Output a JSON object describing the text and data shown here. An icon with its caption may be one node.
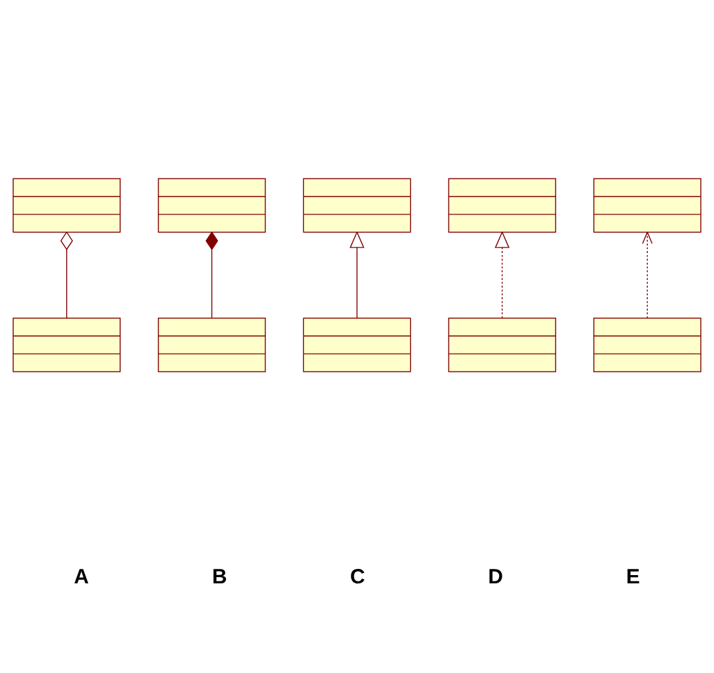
{
  "diagram": {
    "nodes": [
      {
        "text": [],
        "shape": "box"
      },
      {
        "text": [],
        "shape": "box"
      },
      {
        "text": [],
        "shape": "box"
      },
      {
        "text": [],
        "shape": "box"
      },
      {
        "text": [],
        "shape": "box"
      },
      {
        "text": [],
        "shape": "box"
      },
      {
        "text": [],
        "shape": "box"
      },
      {
        "text": [],
        "shape": "box"
      },
      {
        "text": [],
        "shape": "box"
      },
      {
        "text": [],
        "shape": "box"
      }
    ],
    "edges": [
      {
        "from": 3,
        "to": 0,
        "arrow": "other"
      },
      {
        "from": 4,
        "to": 1,
        "arrow": "other"
      },
      {
        "from": 5,
        "to": 2,
        "arrow": "to"
      },
      {
        "from": 8,
        "to": 6,
        "arrow": "to",
        "style": "dashed"
      },
      {
        "from": 9,
        "to": 7,
        "arrow": "to",
        "style": "dashed"
      }
    ],
    "labels": [
      "A",
      "B",
      "C",
      "D",
      "E"
    ]
  }
}
